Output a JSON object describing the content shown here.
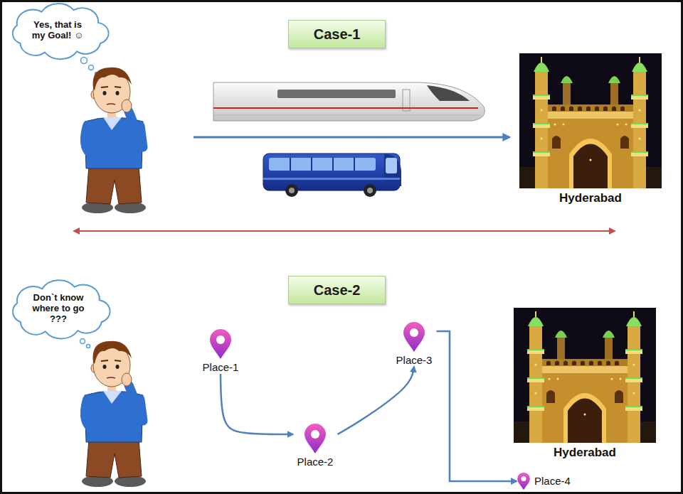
{
  "diagram": {
    "nodes": [
      {
        "text": [
          "Yes, that is my Goal! ☺"
        ]
      },
      {
        "text": [
          "Case-1"
        ]
      },
      {
        "text": [
          "Hyderabad"
        ]
      },
      {
        "text": [
          "Don`t know where to go ???"
        ]
      },
      {
        "text": [
          "Case-2"
        ]
      },
      {
        "text": [
          "Place-1"
        ]
      },
      {
        "text": [
          "Place-2"
        ]
      },
      {
        "text": [
          "Place-3"
        ]
      },
      {
        "text": [
          "Hyderabad"
        ]
      },
      {
        "text": [
          "Place-4"
        ]
      }
    ],
    "edges": [
      {
        "from": 5,
        "to": 6,
        "arrow": "to"
      },
      {
        "from": 6,
        "to": 7,
        "arrow": "to"
      },
      {
        "from": 7,
        "to": 9,
        "arrow": "to"
      }
    ]
  }
}
